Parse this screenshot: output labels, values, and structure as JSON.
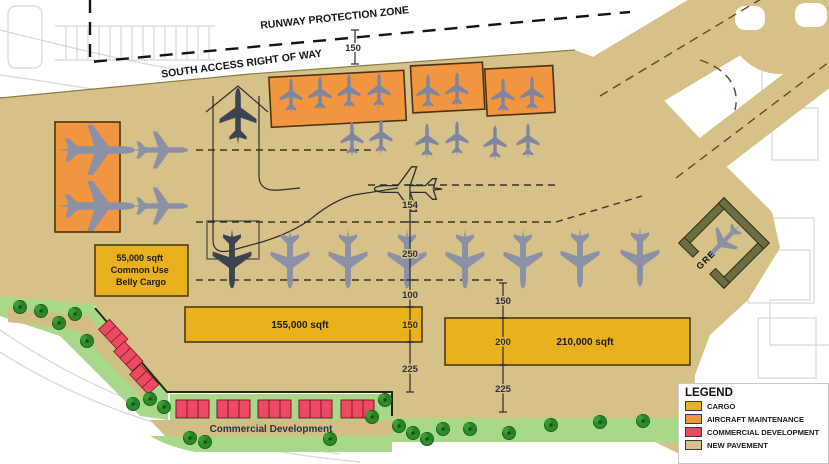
{
  "labels": {
    "runway_protection_zone": "RUNWAY PROTECTION ZONE",
    "south_access": "SOUTH ACCESS RIGHT OF WAY",
    "commercial_development": "Commercial Development",
    "gre": "GRE"
  },
  "buildings": {
    "belly_cargo_line1": "55,000 sqft",
    "belly_cargo_line2": "Common Use",
    "belly_cargo_line3": "Belly Cargo",
    "cargo_155": "155,000 sqft",
    "cargo_210": "210,000 sqft"
  },
  "dimensions": {
    "rpz_offset": "150",
    "taxilane_a": "154",
    "taxilane_b": "250",
    "gap_a": "100",
    "c155_depth": "150",
    "c155_setback": "225",
    "gap_b": "150",
    "c210_depth": "200",
    "c210_setback": "225"
  },
  "legend": {
    "title": "LEGEND",
    "items": [
      {
        "label": "CARGO",
        "color": "#e9b11d"
      },
      {
        "label": "AIRCRAFT MAINTENANCE",
        "color": "#f2953f"
      },
      {
        "label": "COMMERCIAL DEVELOPMENT",
        "color": "#ec4a63"
      },
      {
        "label": "NEW PAVEMENT",
        "color": "#d6c189"
      }
    ]
  },
  "colors": {
    "pavement": "#d6c189",
    "cargo": "#e9b11d",
    "maintenance": "#f2953f",
    "commercial": "#ec4a63",
    "landscape_green": "#a8d98a",
    "tree_green": "#2e8b2e",
    "airplane_gray": "#8a90a6",
    "dark_airplane": "#3d4351",
    "gre_structure": "#6d6d42"
  }
}
